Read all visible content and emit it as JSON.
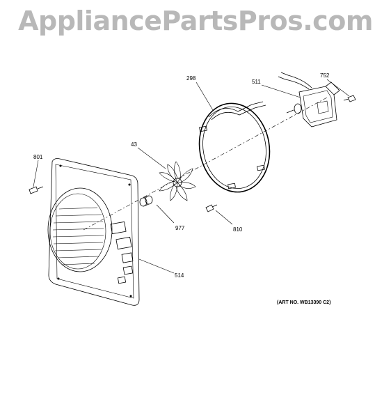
{
  "watermark": "AppliancePartsPros.com",
  "art_number": "(ART NO. WB13390 C2)",
  "parts": [
    {
      "id": "298",
      "label": "298"
    },
    {
      "id": "511",
      "label": "511"
    },
    {
      "id": "752",
      "label": "752"
    },
    {
      "id": "43",
      "label": "43"
    },
    {
      "id": "801",
      "label": "801"
    },
    {
      "id": "977",
      "label": "977"
    },
    {
      "id": "810",
      "label": "810"
    },
    {
      "id": "514",
      "label": "514"
    }
  ]
}
